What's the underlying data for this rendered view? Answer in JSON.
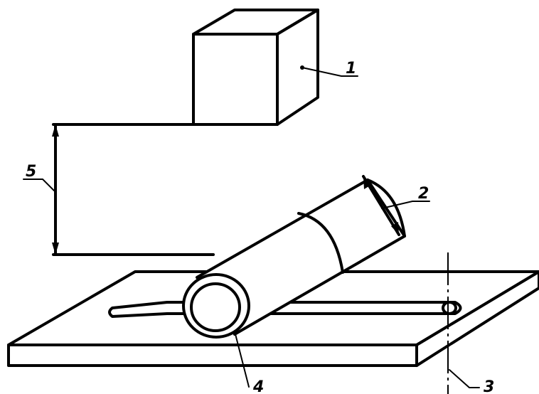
{
  "labels": {
    "block": "1",
    "cylinder_diameter": "2",
    "section_line": "3",
    "cylinder_end": "4",
    "drop_height": "5"
  }
}
